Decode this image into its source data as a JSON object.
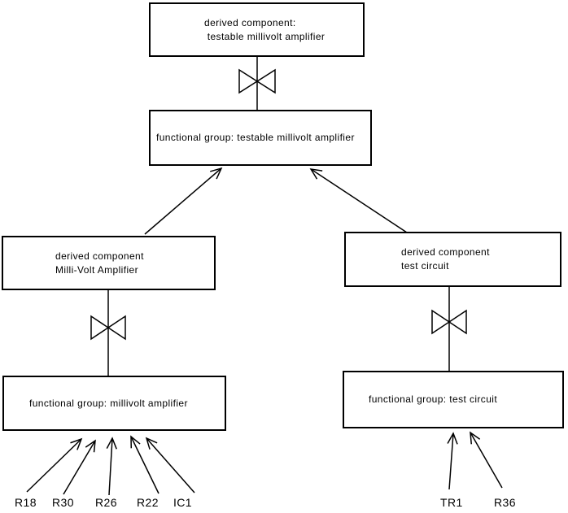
{
  "diagram": {
    "colors": {
      "background": "#ffffff",
      "line": "#000000",
      "text": "#000000"
    },
    "icons": {
      "bowtie": "bowtie-valve-symbol"
    },
    "boxes": {
      "top_derived": {
        "lines": [
          "derived component:",
          " testable millivolt amplifier"
        ]
      },
      "top_functional": {
        "label": "functional group: testable millivolt amplifier"
      },
      "left_derived": {
        "lines": [
          "derived component",
          "Milli-Volt Amplifier"
        ]
      },
      "right_derived": {
        "lines": [
          "derived component",
          "test circuit"
        ]
      },
      "left_functional": {
        "label": "functional group: millivolt amplifier"
      },
      "right_functional": {
        "label": "functional group: test circuit"
      }
    },
    "components": {
      "left": [
        "R18",
        "R30",
        "R26",
        "R22",
        "IC1"
      ],
      "right": [
        "TR1",
        "R36"
      ]
    },
    "edges": [
      {
        "from": "top_derived",
        "to": "top_functional",
        "type": "bowtie-link"
      },
      {
        "from": "left_derived",
        "to": "top_functional",
        "type": "arrow"
      },
      {
        "from": "right_derived",
        "to": "top_functional",
        "type": "arrow"
      },
      {
        "from": "left_derived",
        "to": "left_functional",
        "type": "bowtie-link"
      },
      {
        "from": "right_derived",
        "to": "right_functional",
        "type": "bowtie-link"
      },
      {
        "from": "R18",
        "to": "left_functional",
        "type": "arrow"
      },
      {
        "from": "R30",
        "to": "left_functional",
        "type": "arrow"
      },
      {
        "from": "R26",
        "to": "left_functional",
        "type": "arrow"
      },
      {
        "from": "R22",
        "to": "left_functional",
        "type": "arrow"
      },
      {
        "from": "IC1",
        "to": "left_functional",
        "type": "arrow"
      },
      {
        "from": "TR1",
        "to": "right_functional",
        "type": "arrow"
      },
      {
        "from": "R36",
        "to": "right_functional",
        "type": "arrow"
      }
    ]
  }
}
